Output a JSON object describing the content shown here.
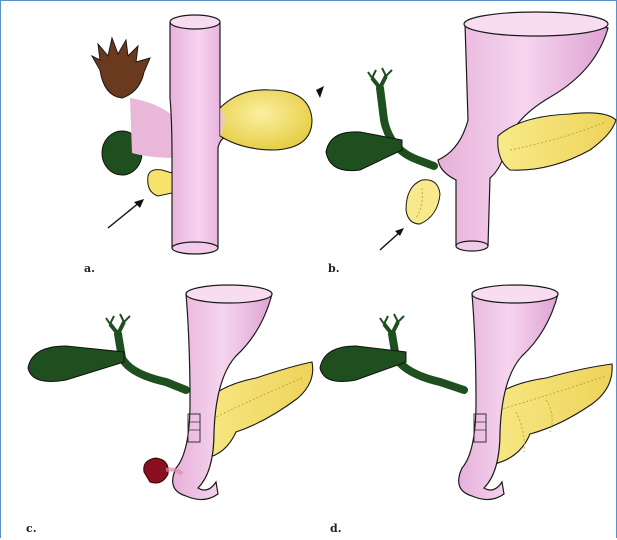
{
  "panels": [
    {
      "label": "a."
    },
    {
      "label": "b."
    },
    {
      "label": "c."
    },
    {
      "label": "d."
    }
  ],
  "colors": {
    "frame": "#5a8fc7",
    "duodenum": "#f2c6e8",
    "duodenum_edge": "#2a1a2a",
    "pancreas": "#f5e47a",
    "pancreas_dark": "#e3c93a",
    "gallbladder": "#1f4f1f",
    "liver_bud": "#6b3a1e",
    "hemorrhage": "#8a1020",
    "outline": "#1a1a1a"
  }
}
